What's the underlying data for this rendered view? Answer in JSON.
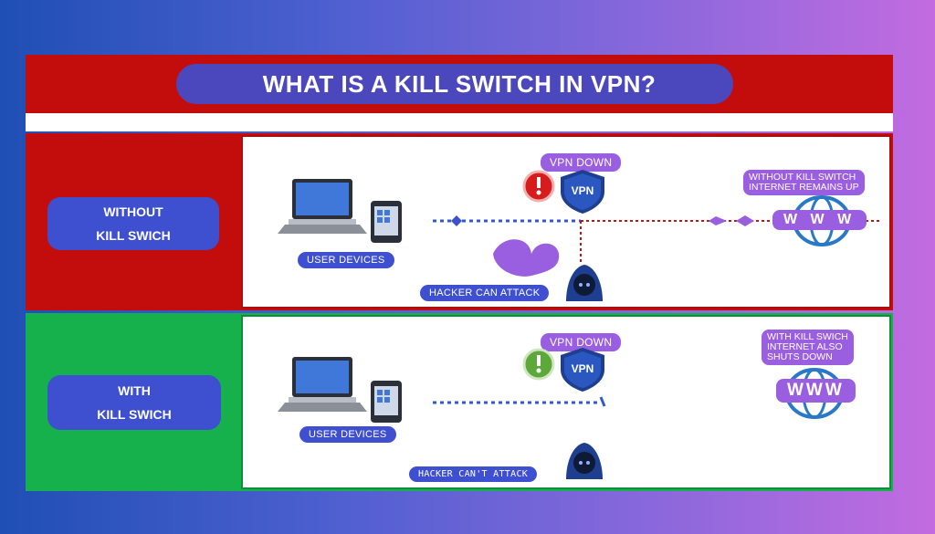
{
  "title": "WHAT IS A KILL SWITCH IN VPN?",
  "without_section": {
    "label_line1": "WITHOUT",
    "label_line2": "KILL SWICH",
    "devices_label": "USER DEVICES",
    "vpn_status": "VPN DOWN",
    "vpn_shield_text": "VPN",
    "internet_note": "WITHOUT KILL SWITCH INTERNET REMAINS UP",
    "internet_note_line1": "WITHOUT KILL SWITCH",
    "internet_note_line2": "INTERNET REMAINS UP",
    "globe_text": "W W W",
    "hacker_label": "HACKER CAN ATTACK"
  },
  "with_section": {
    "label_line1": "WITH",
    "label_line2": "KILL SWICH",
    "devices_label": "USER DEVICES",
    "vpn_status": "VPN DOWN",
    "vpn_shield_text": "VPN",
    "internet_note_line1": "WITH KILL SWICH",
    "internet_note_line2": "INTERNET ALSO",
    "internet_note_line3": "SHUTS DOWN",
    "globe_text": "WWW",
    "hacker_label": "HACKER CAN'T ATTACK"
  },
  "colors": {
    "without_bg": "#c30d0d",
    "with_bg": "#16b04d",
    "pill_blue": "#3e4fd0",
    "pill_purple": "#9a5fe0",
    "alert_red": "#d61c1c",
    "alert_green": "#5ca83a",
    "line_blue": "#3358c8",
    "line_red": "#b31b1b"
  },
  "icons": {
    "laptop": "laptop-icon",
    "tablet": "tablet-icon",
    "alert": "alert-icon",
    "shield": "vpn-shield-icon",
    "globe": "globe-icon",
    "hacker": "hacker-icon"
  }
}
